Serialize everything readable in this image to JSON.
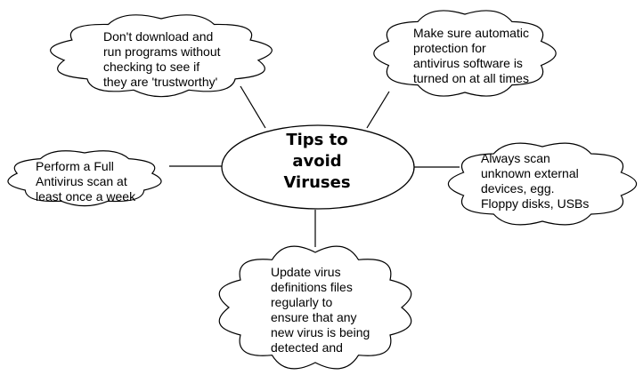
{
  "diagram": {
    "center": {
      "text": "Tips to\navoid\nViruses"
    },
    "tips": [
      {
        "text": "Don't download and\nrun programs without\nchecking to see if\nthey are 'trustworthy'"
      },
      {
        "text": "Make sure automatic\nprotection for\nantivirus software is\nturned on at all times"
      },
      {
        "text": "Perform a Full\nAntivirus scan at\nleast once a week"
      },
      {
        "text": "Always scan\nunknown external\ndevices, egg.\nFloppy disks, USBs"
      },
      {
        "text": "Update virus\ndefinitions files\nregularly to\nensure that any\nnew virus is being\ndetected and"
      }
    ]
  },
  "colors": {
    "stroke": "#000000",
    "fill": "#ffffff",
    "text": "#000000"
  }
}
